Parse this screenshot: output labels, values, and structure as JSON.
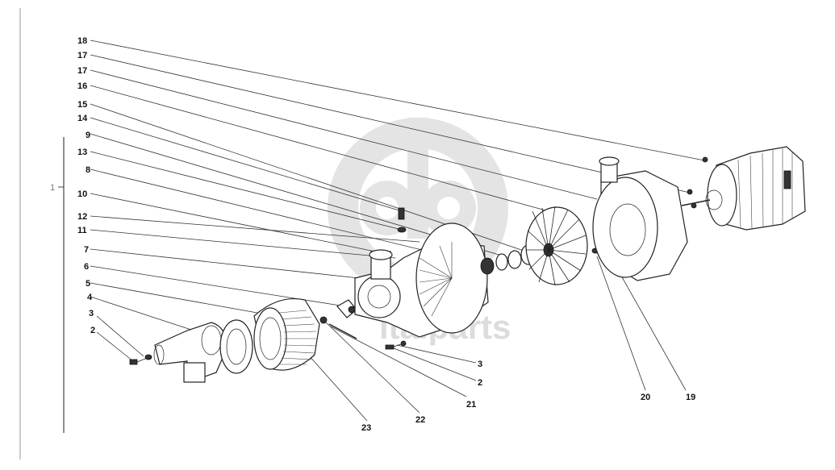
{
  "watermark": {
    "text": "italparts",
    "color": "#dcdcdc"
  },
  "assembly_label": "1",
  "callouts": [
    {
      "id": "c18a",
      "text": "18"
    },
    {
      "id": "c17a",
      "text": "17"
    },
    {
      "id": "c17b",
      "text": "17"
    },
    {
      "id": "c16",
      "text": "16"
    },
    {
      "id": "c15",
      "text": "15"
    },
    {
      "id": "c14",
      "text": "14"
    },
    {
      "id": "c9",
      "text": "9"
    },
    {
      "id": "c13",
      "text": "13"
    },
    {
      "id": "c8",
      "text": "8"
    },
    {
      "id": "c10",
      "text": "10"
    },
    {
      "id": "c12",
      "text": "12"
    },
    {
      "id": "c11",
      "text": "11"
    },
    {
      "id": "c7",
      "text": "7"
    },
    {
      "id": "c6",
      "text": "6"
    },
    {
      "id": "c5",
      "text": "5"
    },
    {
      "id": "c4",
      "text": "4"
    },
    {
      "id": "c3a",
      "text": "3"
    },
    {
      "id": "c2a",
      "text": "2"
    },
    {
      "id": "c3b",
      "text": "3"
    },
    {
      "id": "c2b",
      "text": "2"
    },
    {
      "id": "c21",
      "text": "21"
    },
    {
      "id": "c22",
      "text": "22"
    },
    {
      "id": "c23",
      "text": "23"
    },
    {
      "id": "c20",
      "text": "20"
    },
    {
      "id": "c19",
      "text": "19"
    }
  ]
}
